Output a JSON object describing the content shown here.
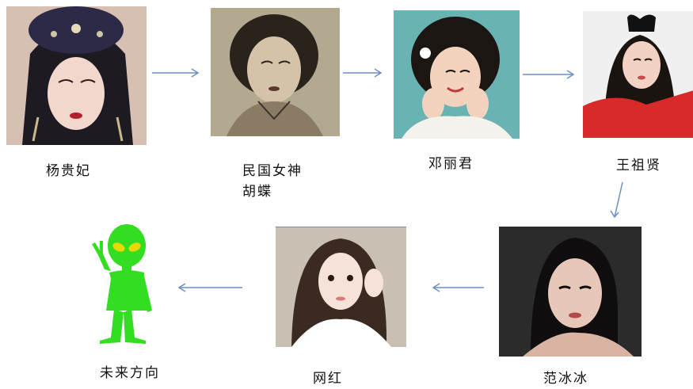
{
  "figures": [
    {
      "id": "yang",
      "caption": "杨贵妃"
    },
    {
      "id": "hudie",
      "caption_lines": [
        "民国女神",
        "胡蝶"
      ]
    },
    {
      "id": "deng",
      "caption": "邓丽君"
    },
    {
      "id": "wang",
      "caption": "王祖贤"
    },
    {
      "id": "fan",
      "caption": "范冰冰"
    },
    {
      "id": "wanghong",
      "caption": "网红"
    },
    {
      "id": "future",
      "caption": "未来方向"
    }
  ],
  "colors": {
    "arrow": "#6f8fc0",
    "alien": "#33dd22",
    "alien_eyes": "#e8d800"
  }
}
